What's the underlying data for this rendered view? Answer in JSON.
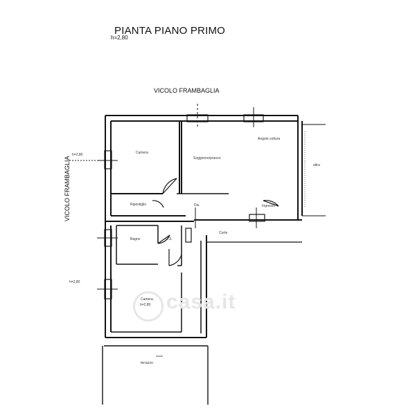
{
  "header": {
    "title": "PIANTA PIANO PRIMO",
    "scale": "h=2,80"
  },
  "streets": {
    "top": "VICOLO FRAMBAGLIA",
    "left": "VICOLO FRAMBAGLIA"
  },
  "rooms": {
    "camera_1": "Camera",
    "soggiorno": "Soggiorno/pranzo",
    "angolo_cottura": "Angolo cottura",
    "ripostiglio": "Ripostiglio",
    "disimpegno": "Dis.",
    "bagno": "Bagno",
    "ingresso": "Ingresso",
    "camera_2": "Camera",
    "camera_2_h": "h=2,80",
    "altezza_top": "h=2,80",
    "altezza_left": "h=2,80",
    "corte": "Corte",
    "altra_prop_right": "altra",
    "terrazzo": "terrazzo",
    "ds2": "D.S."
  },
  "watermark": "casa.it"
}
